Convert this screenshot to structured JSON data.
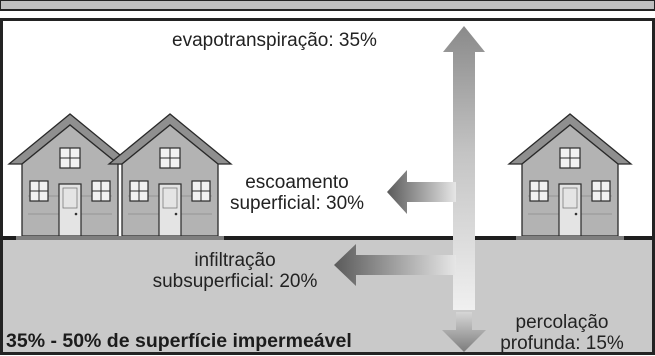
{
  "labels": {
    "evapotranspiration": "evapotranspiração: 35%",
    "runoff_line1": "escoamento",
    "runoff_line2": "superficial: 30%",
    "shallow_line1": "infiltração",
    "shallow_line2": "subsuperficial: 20%",
    "deep_line1": "percolação",
    "deep_line2": "profunda: 15%"
  },
  "caption": "35% - 50% de superfície impermeável",
  "colors": {
    "frame": "#232323",
    "ground": "#c9c9c9",
    "house_wall": "#b3b3b3",
    "house_roof": "#8f8f8f",
    "arrow_dark": "#6a6a6a",
    "arrow_light": "#ededed"
  },
  "icons": [
    "house-icon",
    "arrow-up-icon",
    "arrow-left-icon",
    "arrow-down-icon"
  ]
}
